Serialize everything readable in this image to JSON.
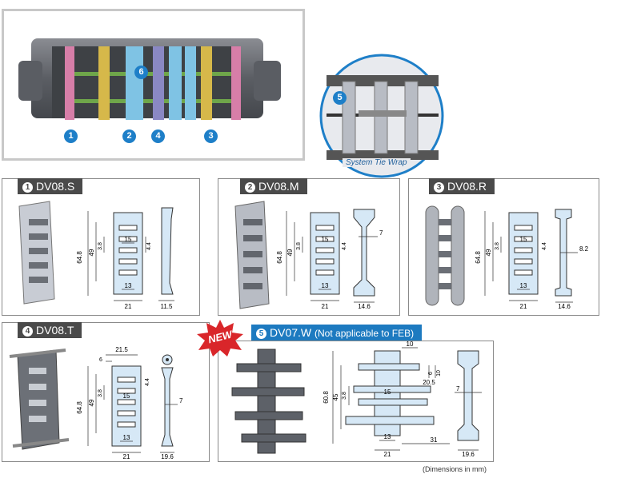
{
  "overview": {
    "callouts": [
      "1",
      "2",
      "4",
      "3",
      "6"
    ],
    "detail_callout": "5",
    "detail_caption": "System Tie Wrap"
  },
  "colors": {
    "dark_tab": "#4a4a4a",
    "blue_tab": "#1d7ac0",
    "part_fill": "#d6e8f6",
    "callout": "#1e7fc8",
    "new_badge": "#d9262a"
  },
  "products": [
    {
      "num": "1",
      "name": "DV08.S",
      "dims": [
        "64.8",
        "49",
        "3.8",
        "15",
        "4.4",
        "13",
        "21",
        "11.5"
      ]
    },
    {
      "num": "2",
      "name": "DV08.M",
      "dims": [
        "64.8",
        "49",
        "3.8",
        "15",
        "4.4",
        "13",
        "21",
        "7",
        "14.6"
      ]
    },
    {
      "num": "3",
      "name": "DV08.R",
      "dims": [
        "64.8",
        "49",
        "3.8",
        "15",
        "4.4",
        "13",
        "21",
        "8.2",
        "14.6"
      ]
    },
    {
      "num": "4",
      "name": "DV08.T",
      "dims": [
        "21.5",
        "6",
        "64.8",
        "49",
        "3.8",
        "15",
        "4.4",
        "13",
        "21",
        "7",
        "19.6"
      ]
    },
    {
      "num": "5",
      "name": "DV07.W",
      "note": "(Not applicable to  FEB)",
      "dims": [
        "10",
        "6",
        "10",
        "20.5",
        "15",
        "60.8",
        "45",
        "3.8",
        "13",
        "21",
        "31",
        "7",
        "19.6"
      ]
    }
  ],
  "new_badge": "NEW",
  "footnote": "(Dimensions in mm)"
}
